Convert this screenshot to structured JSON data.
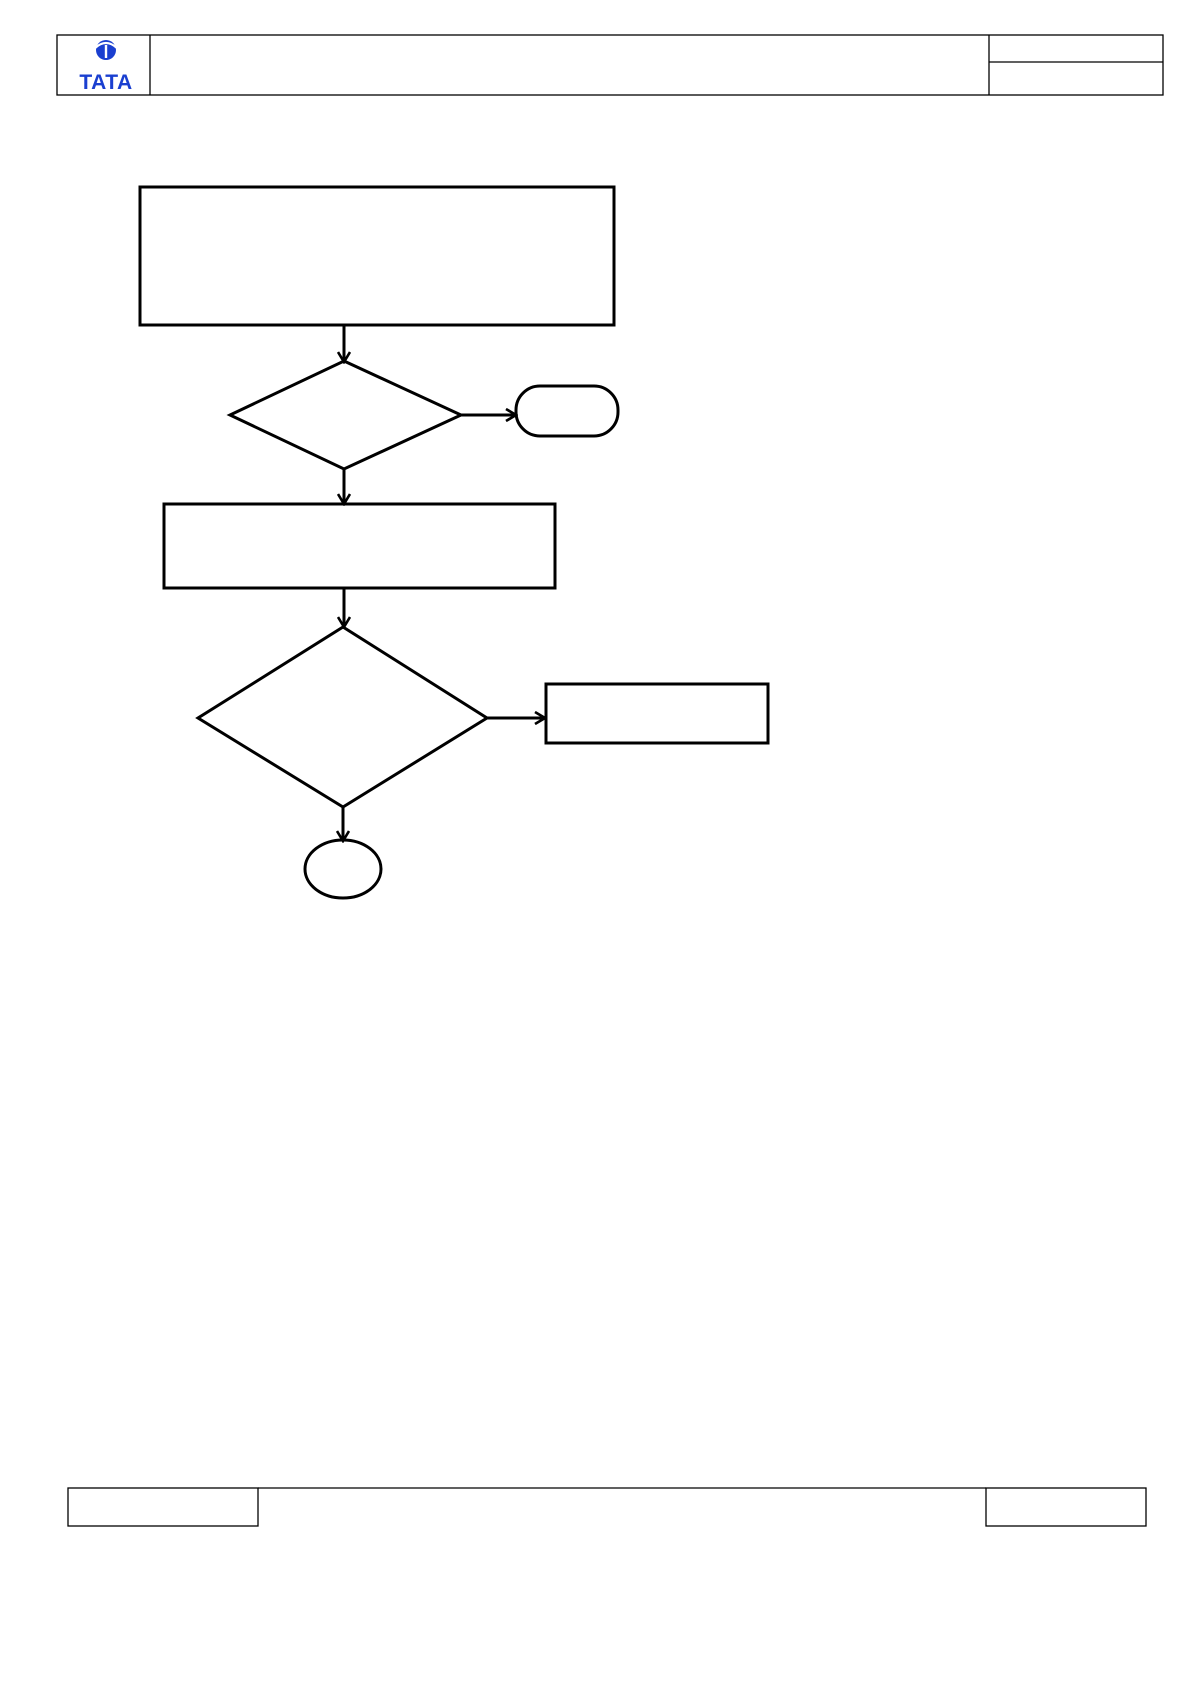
{
  "header": {
    "logo": {
      "icon": "tata-logo-icon",
      "text": "TATA",
      "color": "#1a3fd0"
    },
    "title": "",
    "doc_no": "",
    "rev": ""
  },
  "flowchart": {
    "nodes": [
      {
        "id": "process-1",
        "shape": "rectangle",
        "label": ""
      },
      {
        "id": "decision-1",
        "shape": "diamond",
        "label": ""
      },
      {
        "id": "terminator-1",
        "shape": "rounded-rectangle",
        "label": ""
      },
      {
        "id": "process-2",
        "shape": "rectangle",
        "label": ""
      },
      {
        "id": "decision-2",
        "shape": "diamond",
        "label": ""
      },
      {
        "id": "process-3",
        "shape": "rectangle",
        "label": ""
      },
      {
        "id": "connector-1",
        "shape": "ellipse",
        "label": ""
      }
    ],
    "edges": [
      {
        "from": "process-1",
        "to": "decision-1"
      },
      {
        "from": "decision-1",
        "to": "terminator-1"
      },
      {
        "from": "decision-1",
        "to": "process-2"
      },
      {
        "from": "process-2",
        "to": "decision-2"
      },
      {
        "from": "decision-2",
        "to": "process-3"
      },
      {
        "from": "decision-2",
        "to": "connector-1"
      }
    ]
  },
  "footer": {
    "left": "",
    "center": "",
    "right": ""
  }
}
